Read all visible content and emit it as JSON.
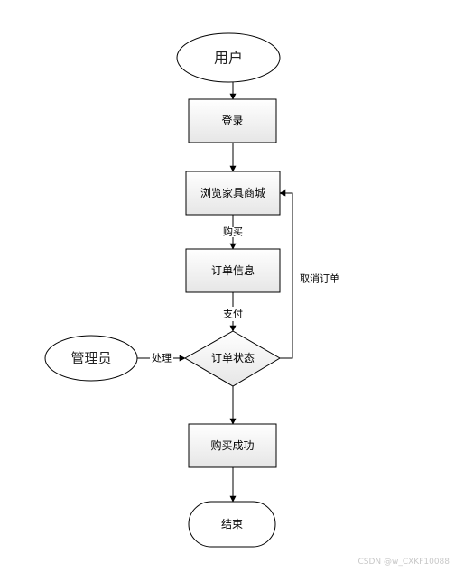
{
  "nodes": {
    "user": "用户",
    "login": "登录",
    "browse": "浏览家具商城",
    "order_info": "订单信息",
    "order_status": "订单状态",
    "admin": "管理员",
    "purchase_success": "购买成功",
    "end": "结束"
  },
  "edges": {
    "buy": "购买",
    "pay": "支付",
    "process": "处理",
    "cancel": "取消订单"
  },
  "watermark": "CSDN @w_CXKF10088",
  "colors": {
    "box_fill_top": "#ffffff",
    "box_fill_bottom": "#e8e8e8",
    "stroke": "#000000"
  }
}
